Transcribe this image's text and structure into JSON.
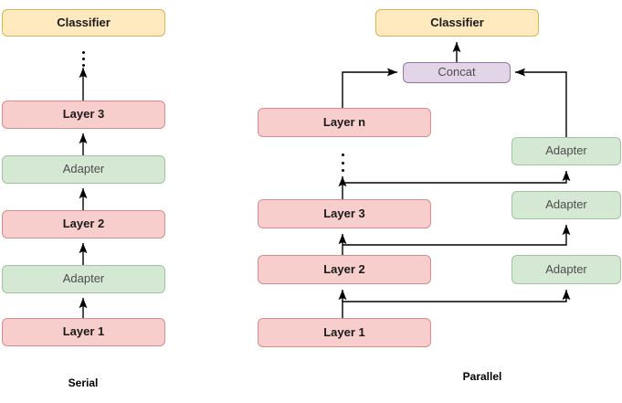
{
  "diagram": {
    "title_hidden": "",
    "palette": {
      "layer_fill": "#f8cecc",
      "layer_stroke": "#d98d8a",
      "adapter_fill": "#d5e8d4",
      "adapter_stroke": "#9ec69b",
      "classifier_fill": "#ffe9bf",
      "classifier_stroke": "#d6b656",
      "concat_fill": "#e1d5e7",
      "concat_stroke": "#9673a6",
      "edge_color": "#000000",
      "background": "#ffffff"
    },
    "serial": {
      "caption": "Serial",
      "nodes": {
        "classifier": "Classifier",
        "layer3": "Layer 3",
        "adapter_top": "Adapter",
        "layer2": "Layer 2",
        "adapter_bottom": "Adapter",
        "layer1": "Layer 1"
      },
      "vertical_ellipsis": "⋮"
    },
    "parallel": {
      "caption": "Parallel",
      "nodes": {
        "classifier": "Classifier",
        "concat": "Concat",
        "layer_n": "Layer n",
        "layer3": "Layer 3",
        "layer2": "Layer 2",
        "layer1": "Layer 1",
        "adapter_top": "Adapter",
        "adapter_mid": "Adapter",
        "adapter_bottom": "Adapter"
      },
      "vertical_ellipsis": "⋮"
    }
  }
}
